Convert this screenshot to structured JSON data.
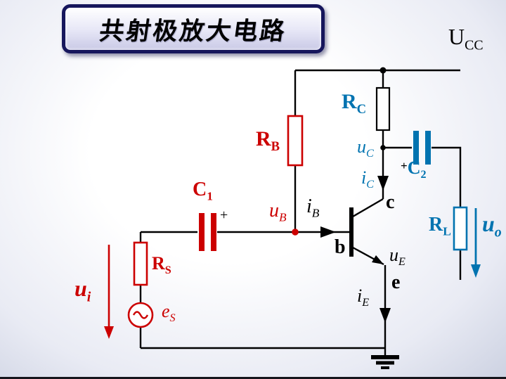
{
  "title": {
    "text": "共射极放大电路"
  },
  "power": {
    "ucc": {
      "main": "U",
      "sub": "CC"
    }
  },
  "components": {
    "rb": {
      "main": "R",
      "sub": "B"
    },
    "rc": {
      "main": "R",
      "sub": "C"
    },
    "rs": {
      "main": "R",
      "sub": "S"
    },
    "rl": {
      "main": "R",
      "sub": "L"
    },
    "c1": {
      "main": "C",
      "sub": "1",
      "plus": "+"
    },
    "c2": {
      "main": "C",
      "sub": "2",
      "plus": "+"
    },
    "es": {
      "main": "e",
      "sub": "S"
    }
  },
  "signals": {
    "ub": {
      "main": "u",
      "sub": "B"
    },
    "ib": {
      "main": "i",
      "sub": "B"
    },
    "uc": {
      "main": "u",
      "sub": "C"
    },
    "ic": {
      "main": "i",
      "sub": "C"
    },
    "ue": {
      "main": "u",
      "sub": "E"
    },
    "ie": {
      "main": "i",
      "sub": "E"
    },
    "ui": {
      "main": "u",
      "sub": "i"
    },
    "uo": {
      "main": "u",
      "sub": "o"
    }
  },
  "transistor": {
    "base": "b",
    "collector": "c",
    "emitter": "e"
  },
  "colors": {
    "red": "#cc0000",
    "blue": "#0073b0",
    "black": "#000000",
    "title_border": "#16165c"
  }
}
